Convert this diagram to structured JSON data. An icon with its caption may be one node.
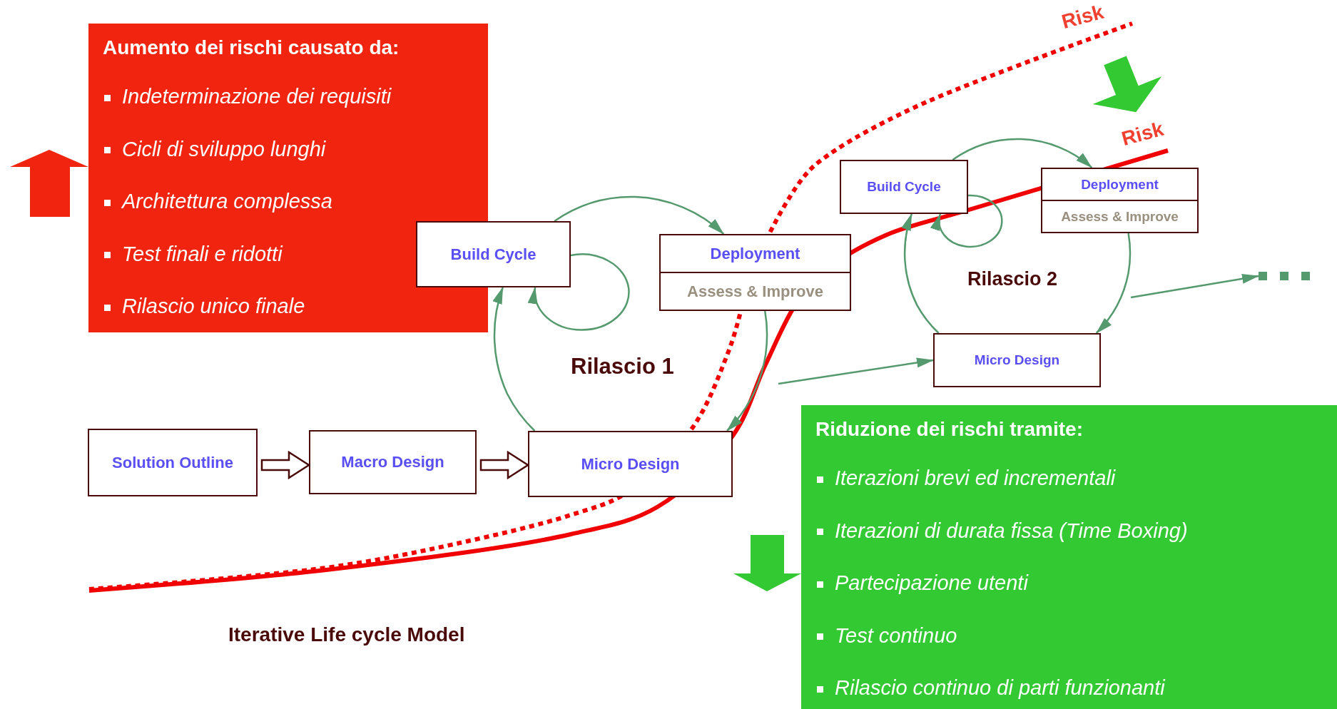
{
  "diagram": {
    "title": "Iterative Life cycle Model",
    "nodes": [
      {
        "text": [
          "Aumento dei rischi causato da:",
          "Indeterminazione dei requisiti",
          "Cicli di sviluppo lunghi",
          "Architettura complessa",
          "Test finali e ridotti",
          "Rilascio unico finale"
        ]
      },
      {
        "text": [
          "Build Cycle"
        ]
      },
      {
        "text": [
          "Deployment",
          "Assess & Improve"
        ]
      },
      {
        "text": [
          "Solution Outline"
        ]
      },
      {
        "text": [
          "Macro Design"
        ]
      },
      {
        "text": [
          "Micro Design"
        ]
      },
      {
        "text": [
          "Build Cycle"
        ]
      },
      {
        "text": [
          "Deployment",
          "Assess & Improve"
        ]
      },
      {
        "text": [
          "Micro Design"
        ]
      },
      {
        "text": [],
        "shape": "dots"
      },
      {
        "text": [
          "Riduzione dei rischi tramite:",
          "Iterazioni brevi ed incrementali",
          "Iterazioni di durata fissa (Time Boxing)",
          "Partecipazione utenti",
          "Test continuo",
          "Rilascio continuo di parti funzionanti"
        ]
      }
    ],
    "edges": [
      {
        "from": 3,
        "to": 4,
        "arrow": "to",
        "style": "thick",
        "color": "#4a0a0a"
      },
      {
        "from": 4,
        "to": 5,
        "arrow": "to",
        "style": "thick",
        "color": "#4a0a0a"
      },
      {
        "from": 5,
        "to": 1,
        "arrow": "to"
      },
      {
        "from": 1,
        "to": 2,
        "arrow": "to"
      },
      {
        "from": 2,
        "to": 5,
        "arrow": "to"
      },
      {
        "from": 1,
        "to": 1,
        "arrow": "to"
      },
      {
        "from": null,
        "to": 8,
        "arrow": "to"
      },
      {
        "from": 8,
        "to": 6,
        "arrow": "to"
      },
      {
        "from": 6,
        "to": 7,
        "arrow": "to"
      },
      {
        "from": 7,
        "to": 8,
        "arrow": "to"
      },
      {
        "from": 6,
        "to": 6,
        "arrow": "to"
      },
      {
        "from": null,
        "to": 9,
        "arrow": "to"
      }
    ],
    "labels": [
      "Risk",
      "Risk",
      "Rilascio 1",
      "Rilascio 2"
    ]
  }
}
